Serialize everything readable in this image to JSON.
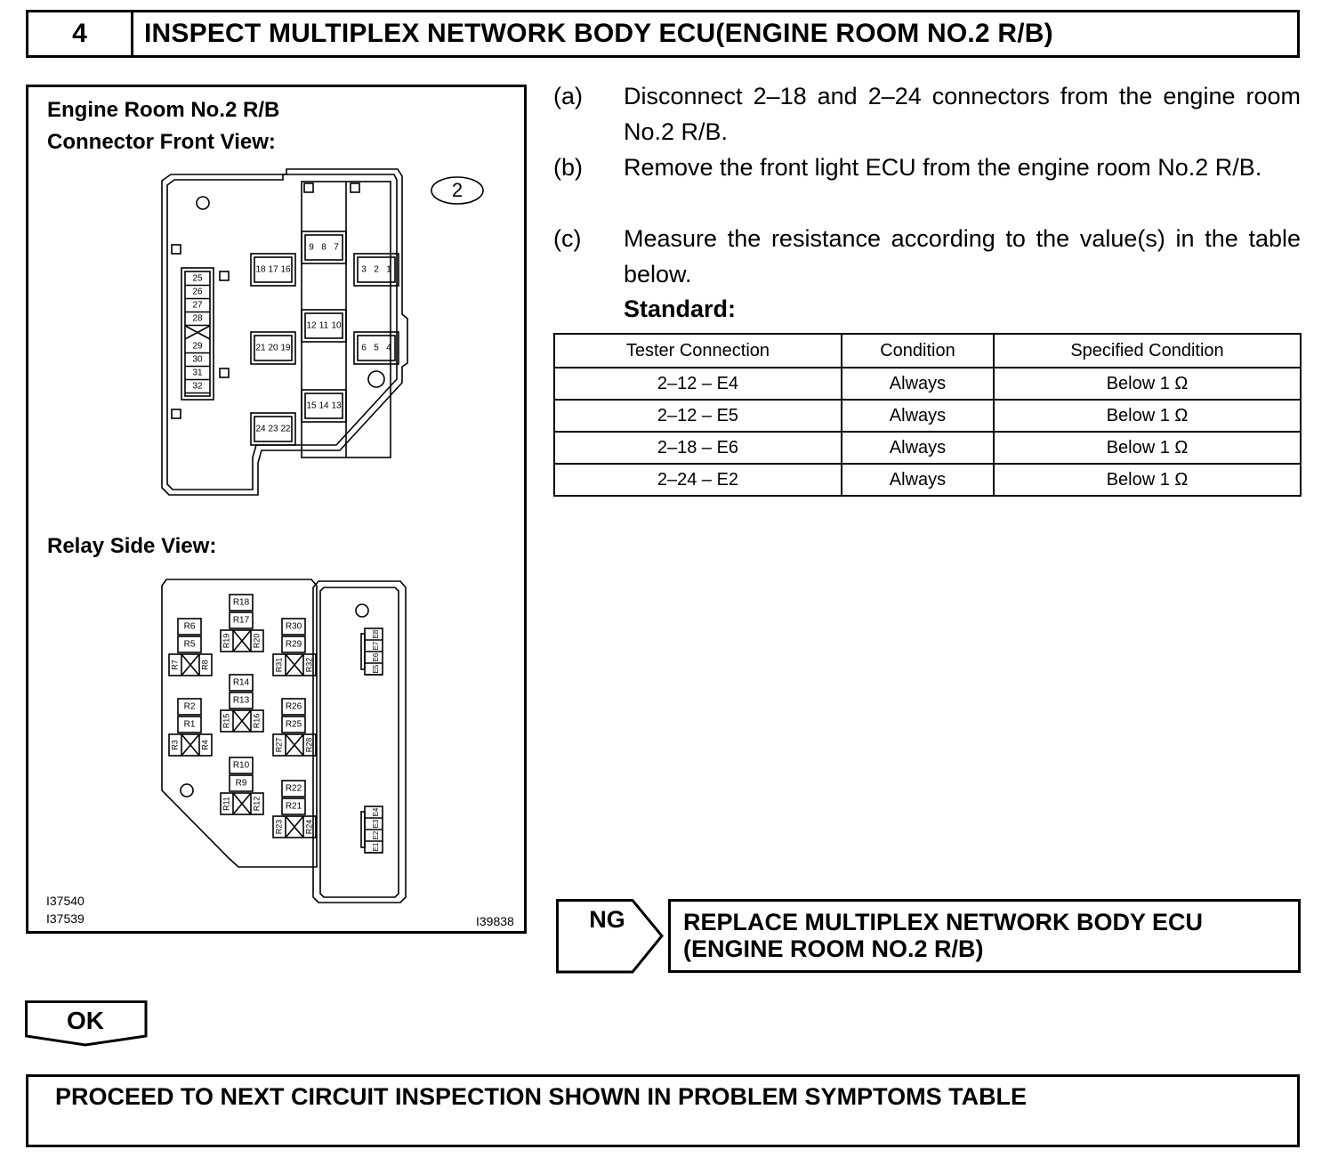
{
  "header": {
    "step_number": "4",
    "title": "INSPECT MULTIPLEX NETWORK BODY ECU(ENGINE ROOM NO.2 R/B)"
  },
  "figure": {
    "front_view_title_1": "Engine Room No.2 R/B",
    "front_view_title_2": "Connector Front View:",
    "connector_tag": "2",
    "relay_view_title": "Relay Side View:",
    "figure_ids": [
      "I37540",
      "I37539",
      "I39838"
    ],
    "front_terminals_left": [
      "25",
      "26",
      "27",
      "28",
      "29",
      "30",
      "31",
      "32"
    ],
    "front_slots": [
      [
        "9",
        "8",
        "7"
      ],
      [
        "18",
        "17",
        "16"
      ],
      [
        "3",
        "2",
        "1"
      ],
      [
        "12",
        "11",
        "10"
      ],
      [
        "21",
        "20",
        "19"
      ],
      [
        "6",
        "5",
        "4"
      ],
      [
        "15",
        "14",
        "13"
      ],
      [
        "24",
        "23",
        "22"
      ]
    ],
    "relays": [
      {
        "top": "R6",
        "mid": "R5",
        "left": "R7",
        "right": "R8"
      },
      {
        "top": "R18",
        "mid": "R17",
        "left": "R19",
        "right": "R20"
      },
      {
        "top": "R30",
        "mid": "R29",
        "left": "R31",
        "right": "R32"
      },
      {
        "top": "R14",
        "mid": "R13",
        "left": "R15",
        "right": "R16"
      },
      {
        "top": "R2",
        "mid": "R1",
        "left": "R3",
        "right": "R4"
      },
      {
        "top": "R26",
        "mid": "R25",
        "left": "R27",
        "right": "R28"
      },
      {
        "top": "R10",
        "mid": "R9",
        "left": "R11",
        "right": "R12"
      },
      {
        "top": "R22",
        "mid": "R21",
        "left": "R23",
        "right": "R24"
      }
    ],
    "connector_e_upper": [
      "E8",
      "E7",
      "E6",
      "E5"
    ],
    "connector_e_lower": [
      "E4",
      "E3",
      "E2",
      "E1"
    ]
  },
  "steps": [
    {
      "key": "(a)",
      "text": "Disconnect 2–18 and 2–24 connectors from the engine room No.2 R/B."
    },
    {
      "key": "(b)",
      "text": "Remove the front light ECU from the engine room No.2 R/B."
    },
    {
      "key": "(c)",
      "text": "Measure the resistance according to the value(s) in the table below."
    }
  ],
  "standard_label": "Standard:",
  "table": {
    "headers": [
      "Tester Connection",
      "Condition",
      "Specified Condition"
    ],
    "rows": [
      [
        "2–12 – E4",
        "Always",
        "Below 1 Ω"
      ],
      [
        "2–12 – E5",
        "Always",
        "Below 1 Ω"
      ],
      [
        "2–18 – E6",
        "Always",
        "Below 1 Ω"
      ],
      [
        "2–24 – E2",
        "Always",
        "Below 1 Ω"
      ]
    ]
  },
  "ng": {
    "label": "NG",
    "result_line1": "REPLACE MULTIPLEX NETWORK BODY ECU",
    "result_line2": "(ENGINE ROOM NO.2 R/B)"
  },
  "ok": {
    "label": "OK"
  },
  "proceed": "PROCEED TO NEXT CIRCUIT INSPECTION SHOWN IN PROBLEM SYMPTOMS TABLE"
}
